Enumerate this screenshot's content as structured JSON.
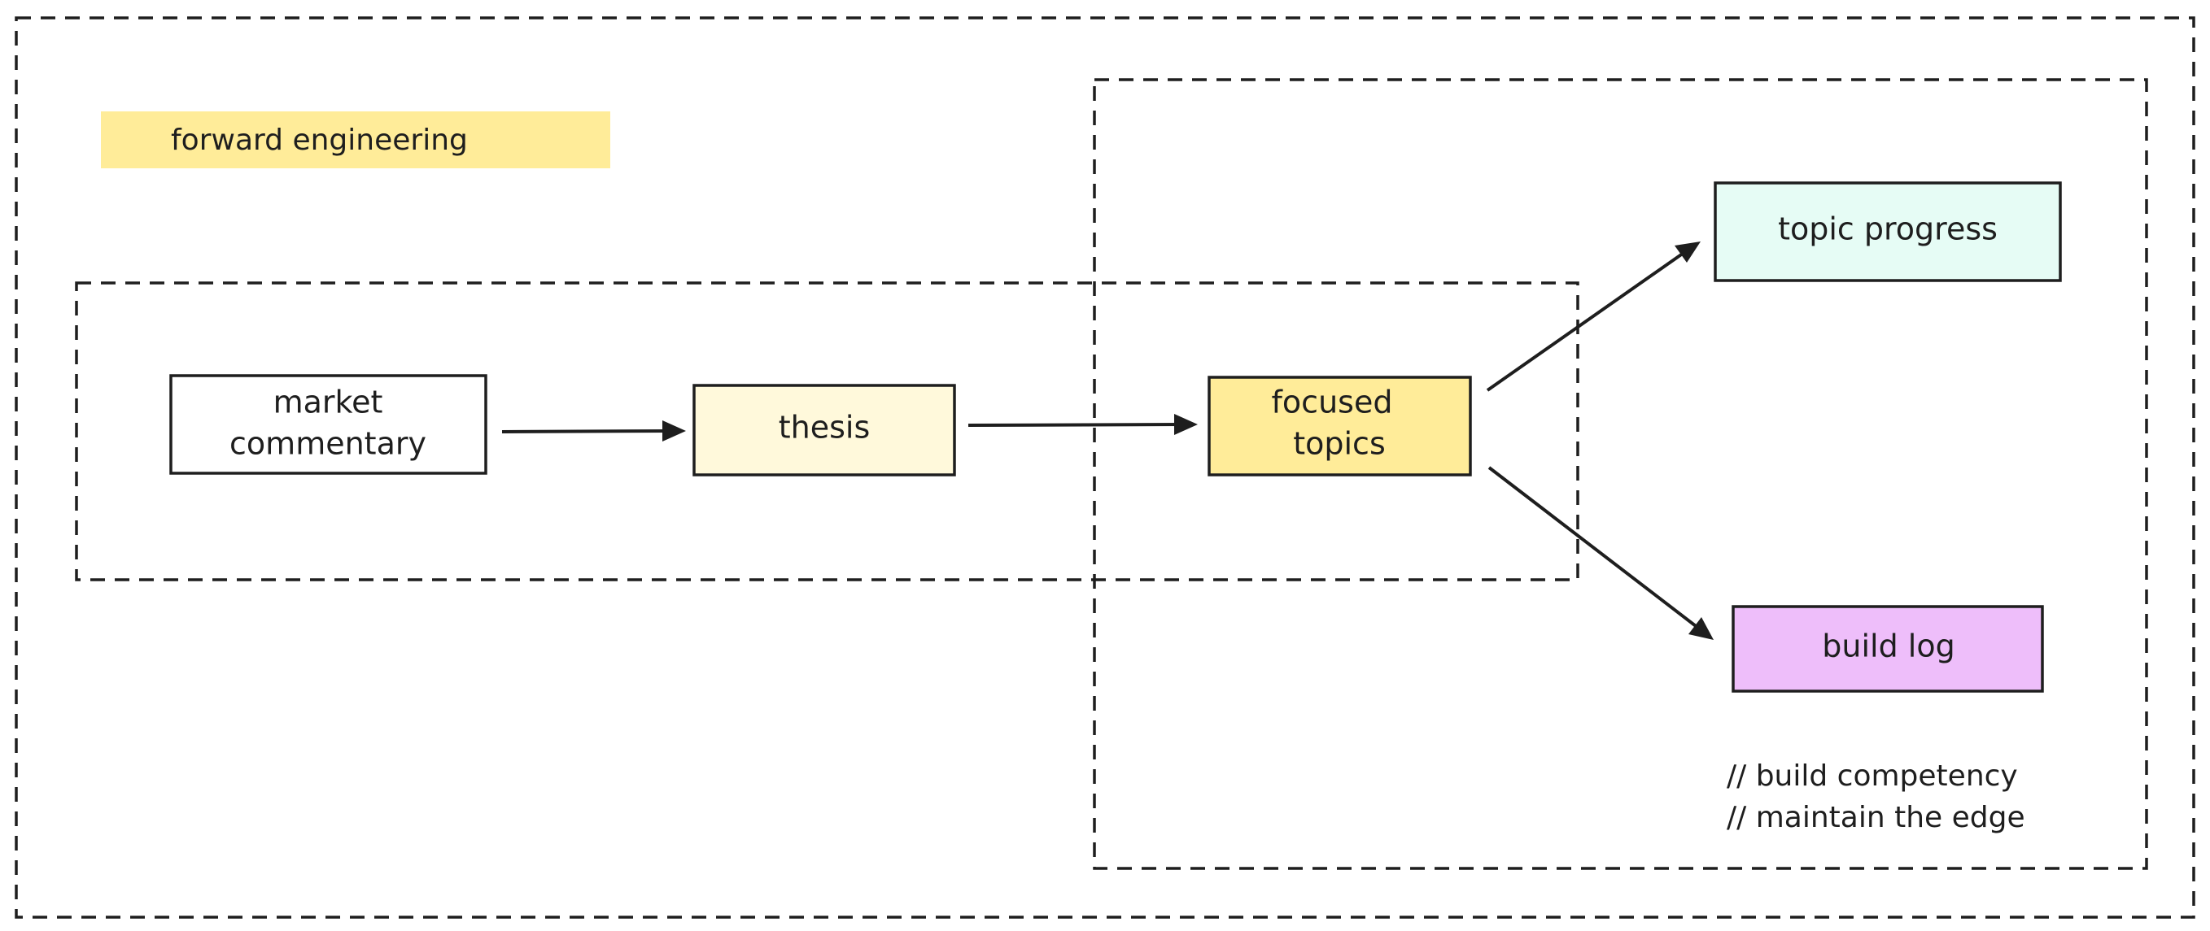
{
  "colors": {
    "stroke": "#1e1e1e",
    "banner_fill": "#ffec99",
    "market_fill": "#ffffff",
    "thesis_fill": "#fff9db",
    "focused_fill": "#ffec99",
    "progress_fill": "#e6fcf5",
    "buildlog_fill": "#eebefa"
  },
  "banner": {
    "label": "forward engineering"
  },
  "nodes": {
    "market_commentary": {
      "line1": "market",
      "line2": "commentary"
    },
    "thesis": {
      "label": "thesis"
    },
    "focused_topics": {
      "line1": "focused",
      "line2": "topics"
    },
    "topic_progress": {
      "label": "topic progress"
    },
    "build_log": {
      "label": "build log"
    }
  },
  "note": {
    "line1": "// build competency",
    "line2": "// maintain the edge"
  }
}
